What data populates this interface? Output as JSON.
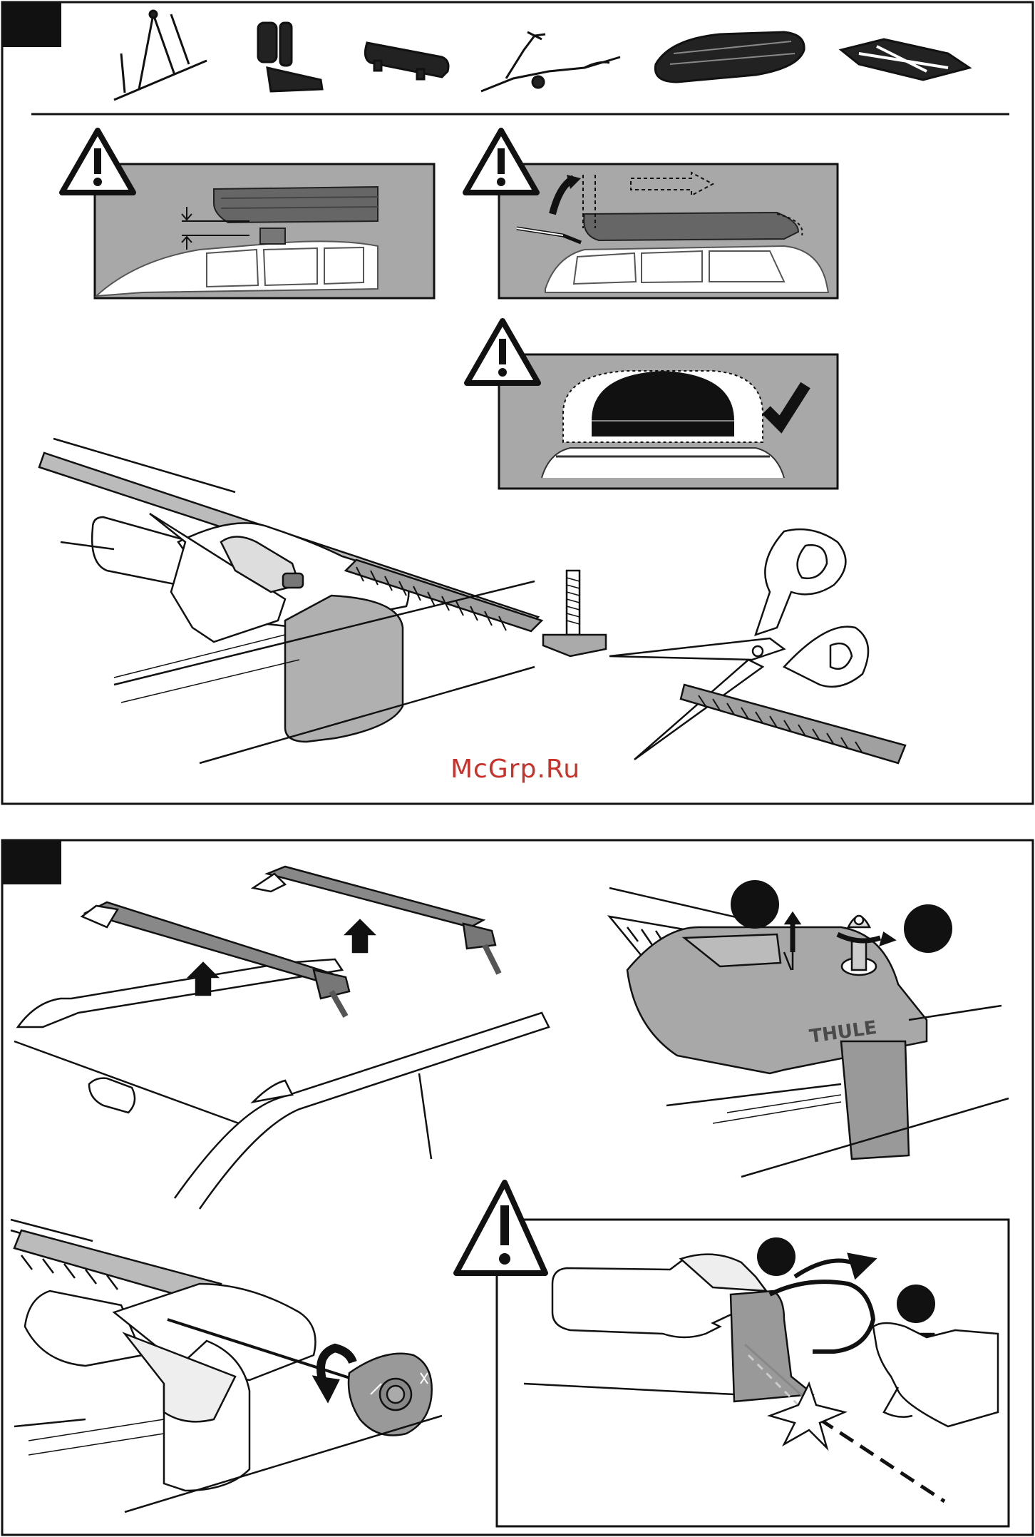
{
  "watermark": "McGrp.Ru",
  "brand_logo": "THULE",
  "colors": {
    "panel_gray": "#a8a8a8",
    "dark_gray": "#555555",
    "mid_gray": "#999999",
    "line": "#111111",
    "watermark": "#c8322a"
  },
  "sections": [
    {
      "id": "step-upper",
      "icons": [
        "bike-carrier-icon",
        "kayak-carrier-icon",
        "ski-carrier-icon",
        "bike-carrier-alt-icon",
        "roof-box-icon",
        "roof-basket-icon"
      ],
      "warnings": [
        "roof-box-clearance-warning",
        "tailgate-clearance-warning",
        "box-centering-warning"
      ]
    },
    {
      "id": "step-lower",
      "badges": [
        "badge-1",
        "badge-2",
        "badge-3",
        "badge-4"
      ],
      "warnings": [
        "strap-tightening-warning"
      ]
    }
  ]
}
